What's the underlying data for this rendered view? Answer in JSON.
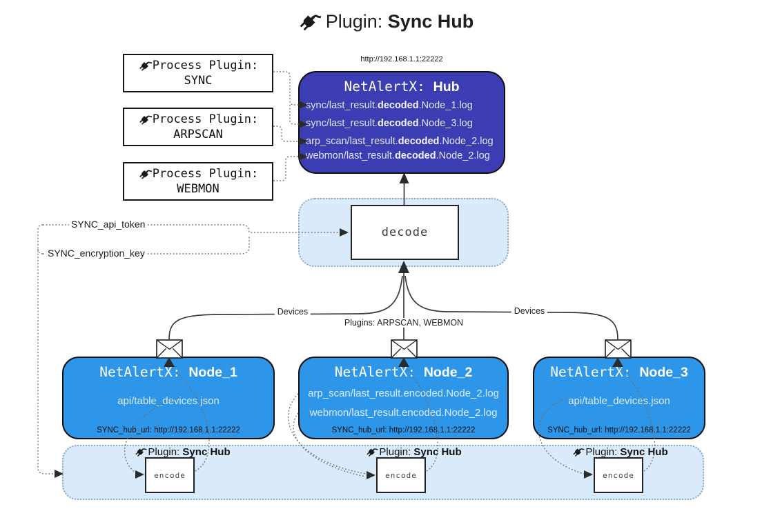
{
  "title": {
    "prefix": "Plugin: ",
    "bold": "Sync Hub"
  },
  "hub": {
    "url": "http://192.168.1.1:22222",
    "name_prefix": "NetAlertX: ",
    "name": "Hub",
    "lines": [
      {
        "pre": "sync/last_result.",
        "bold": "decoded",
        "post": ".Node_1.log"
      },
      {
        "pre": "sync/last_result.",
        "bold": "decoded",
        "post": ".Node_3.log"
      },
      {
        "pre": "arp_scan/last_result.",
        "bold": "decoded",
        "post": ".Node_2.log"
      },
      {
        "pre": "webmon/last_result.",
        "bold": "decoded",
        "post": ".Node_2.log"
      }
    ]
  },
  "process_plugins": [
    {
      "label": "Process Plugin:",
      "name": "SYNC"
    },
    {
      "label": "Process Plugin:",
      "name": "ARPSCAN"
    },
    {
      "label": "Process Plugin:",
      "name": "WEBMON"
    }
  ],
  "decode": {
    "label": "decode"
  },
  "config": {
    "api_token": "SYNC_api_token",
    "encryption_key": "SYNC_encryption_key"
  },
  "edges": {
    "devices_left": "Devices",
    "devices_right": "Devices",
    "plugins_mid": "Plugins: ARPSCAN, WEBMON"
  },
  "nodes": [
    {
      "name_prefix": "NetAlertX: ",
      "name": "Node_1",
      "lines": [
        "api/table_devices.json"
      ],
      "hub_url": "SYNC_hub_url: http://192.168.1.1:22222"
    },
    {
      "name_prefix": "NetAlertX: ",
      "name": "Node_2",
      "lines": [
        "arp_scan/last_result.encoded.Node_2.log",
        "webmon/last_result.encoded.Node_2.log"
      ],
      "hub_url": "SYNC_hub_url: http://192.168.1.1:22222"
    },
    {
      "name_prefix": "NetAlertX: ",
      "name": "Node_3",
      "lines": [
        "api/table_devices.json"
      ],
      "hub_url": "SYNC_hub_url: http://192.168.1.1:22222"
    }
  ],
  "band": {
    "encode_label": "encode",
    "labels": [
      {
        "prefix": "Plugin: ",
        "bold": "Sync Hub"
      },
      {
        "prefix": "Plugin: ",
        "bold": "Sync Hub"
      },
      {
        "prefix": "Plugin: ",
        "bold": "Sync Hub"
      }
    ]
  },
  "colors": {
    "hub_bg": "#3d3db3",
    "node_bg": "#2e96e8",
    "band_bg": "#d9eafb",
    "band_border": "#8fa9bf",
    "line": "#3a3a3a"
  }
}
